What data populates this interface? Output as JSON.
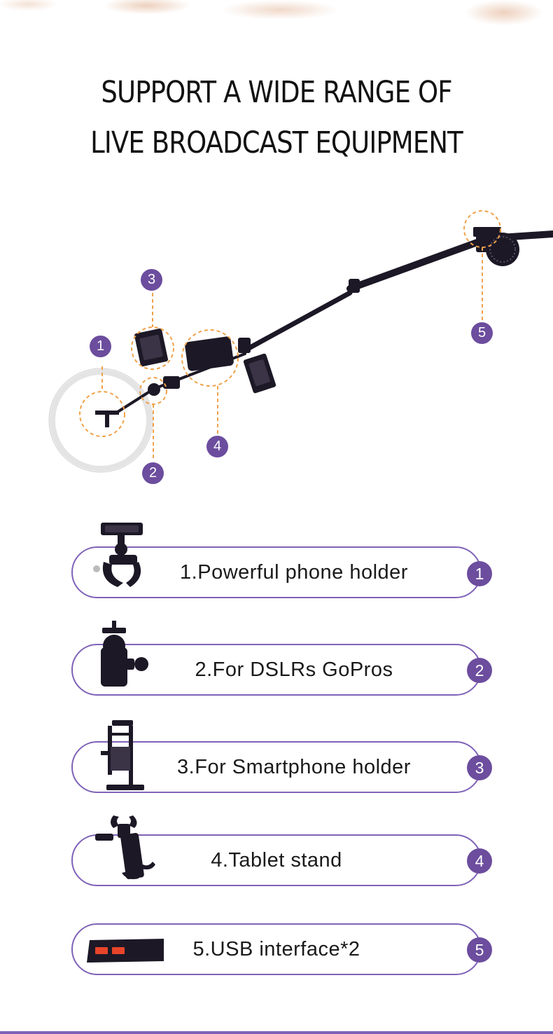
{
  "title": {
    "line1": "SUPPORT A WIDE RANGE OF",
    "line2": "LIVE BROADCAST EQUIPMENT"
  },
  "diagram": {
    "callouts": [
      "1",
      "2",
      "3",
      "4",
      "5"
    ]
  },
  "features": [
    {
      "number": "1",
      "label": "1.Powerful phone holder",
      "icon": "phone-clamp-icon"
    },
    {
      "number": "2",
      "label": "2.For DSLRs GoPros",
      "icon": "ball-head-icon"
    },
    {
      "number": "3",
      "label": "3.For Smartphone holder",
      "icon": "smartphone-clip-icon"
    },
    {
      "number": "4",
      "label": "4.Tablet stand",
      "icon": "tablet-clamp-icon"
    },
    {
      "number": "5",
      "label": "5.USB interface*2",
      "icon": "usb-hub-icon"
    }
  ],
  "colors": {
    "accent": "#7f62b7",
    "badge": "#6c4d9e",
    "callout_line": "#f0a24a",
    "product": "#1c1826"
  }
}
